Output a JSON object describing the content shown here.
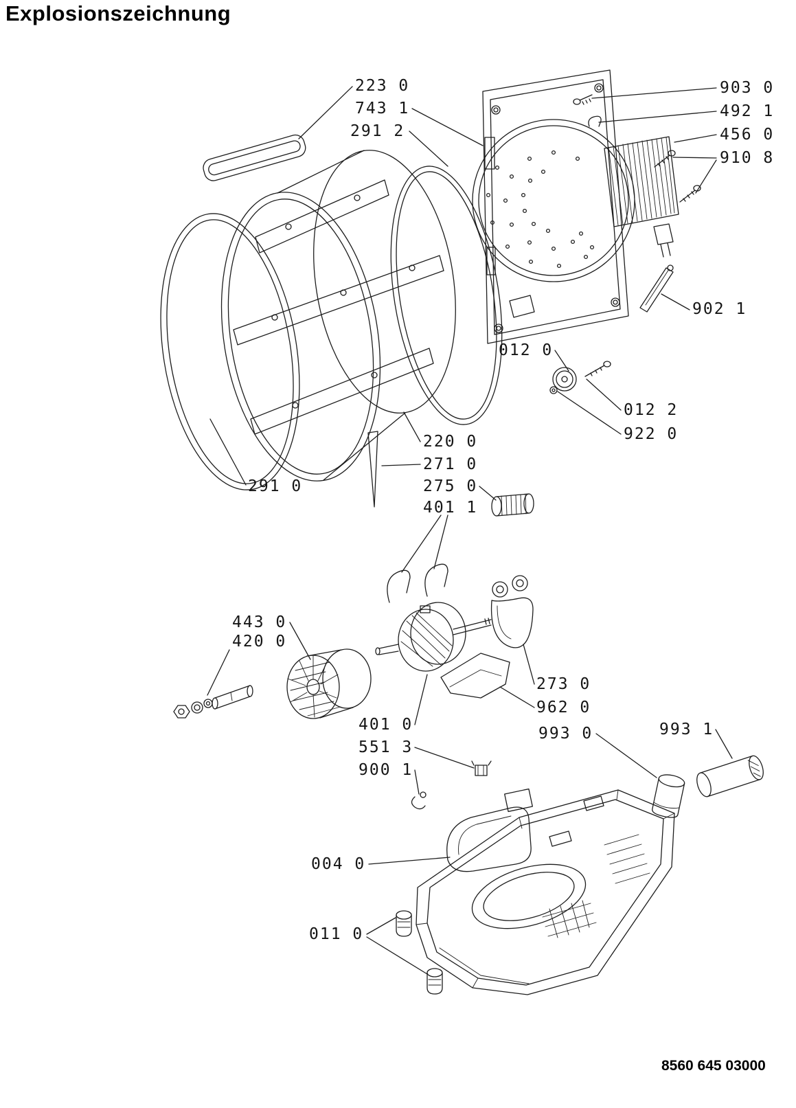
{
  "page": {
    "title": "Explosionszeichnung",
    "drawing_number": "8560 645 03000"
  },
  "parts": [
    {
      "id": "223-0",
      "label": "223 0"
    },
    {
      "id": "743-1",
      "label": "743 1"
    },
    {
      "id": "291-2",
      "label": "291 2"
    },
    {
      "id": "903-0",
      "label": "903 0"
    },
    {
      "id": "492-1",
      "label": "492 1"
    },
    {
      "id": "456-0",
      "label": "456 0"
    },
    {
      "id": "910-8",
      "label": "910 8"
    },
    {
      "id": "902-1",
      "label": "902 1"
    },
    {
      "id": "012-0",
      "label": "012 0"
    },
    {
      "id": "012-2",
      "label": "012 2"
    },
    {
      "id": "922-0",
      "label": "922 0"
    },
    {
      "id": "220-0",
      "label": "220 0"
    },
    {
      "id": "271-0",
      "label": "271 0"
    },
    {
      "id": "275-0",
      "label": "275 0"
    },
    {
      "id": "401-1",
      "label": "401 1"
    },
    {
      "id": "291-0",
      "label": "291 0"
    },
    {
      "id": "443-0",
      "label": "443 0"
    },
    {
      "id": "420-0",
      "label": "420 0"
    },
    {
      "id": "273-0",
      "label": "273 0"
    },
    {
      "id": "962-0",
      "label": "962 0"
    },
    {
      "id": "401-0",
      "label": "401 0"
    },
    {
      "id": "993-0",
      "label": "993 0"
    },
    {
      "id": "993-1",
      "label": "993 1"
    },
    {
      "id": "551-3",
      "label": "551 3"
    },
    {
      "id": "900-1",
      "label": "900 1"
    },
    {
      "id": "004-0",
      "label": "004 0"
    },
    {
      "id": "011-0",
      "label": "011 0"
    }
  ]
}
